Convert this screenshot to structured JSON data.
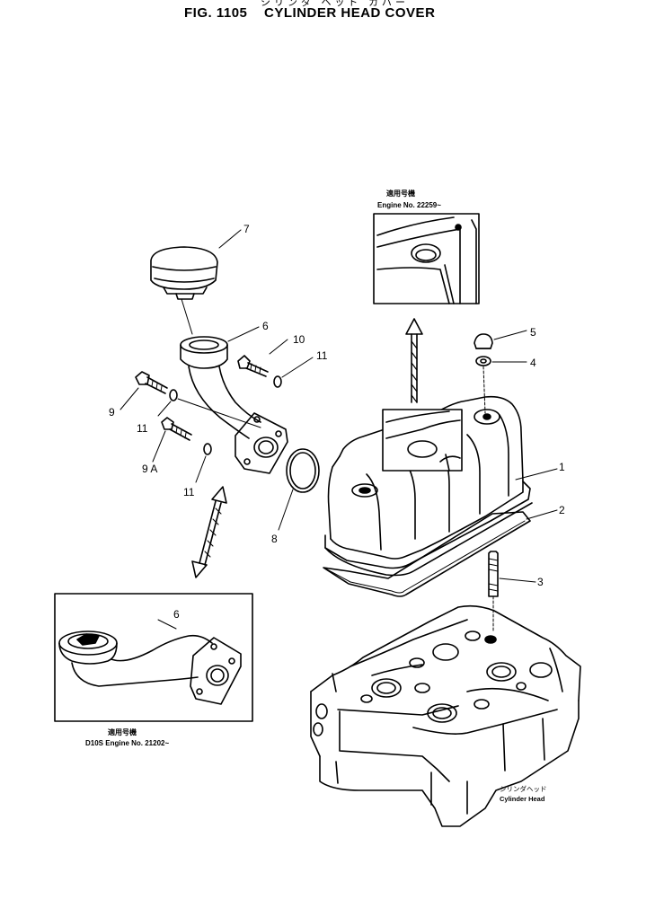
{
  "header": {
    "title_jp": "シリンダ ヘッド カバー",
    "fig_number": "FIG. 1105",
    "title": "CYLINDER HEAD COVER"
  },
  "callouts": {
    "p1": "1",
    "p2": "2",
    "p3": "3",
    "p4": "4",
    "p5": "5",
    "p6": "6",
    "p6_inset": "6",
    "p7": "7",
    "p8": "8",
    "p9": "9",
    "p9a": "9 A",
    "p10": "10",
    "p11_a": "11",
    "p11_b": "11",
    "p11_c": "11"
  },
  "insets": {
    "top": {
      "jp_label": "適用号機",
      "label": "Engine No. 22259~"
    },
    "bottom": {
      "jp_label": "適用号機",
      "label": "D10S Engine No. 21202~"
    }
  },
  "cylinder_head": {
    "jp_label": "シリンダヘッド",
    "label": "Cylinder Head"
  }
}
